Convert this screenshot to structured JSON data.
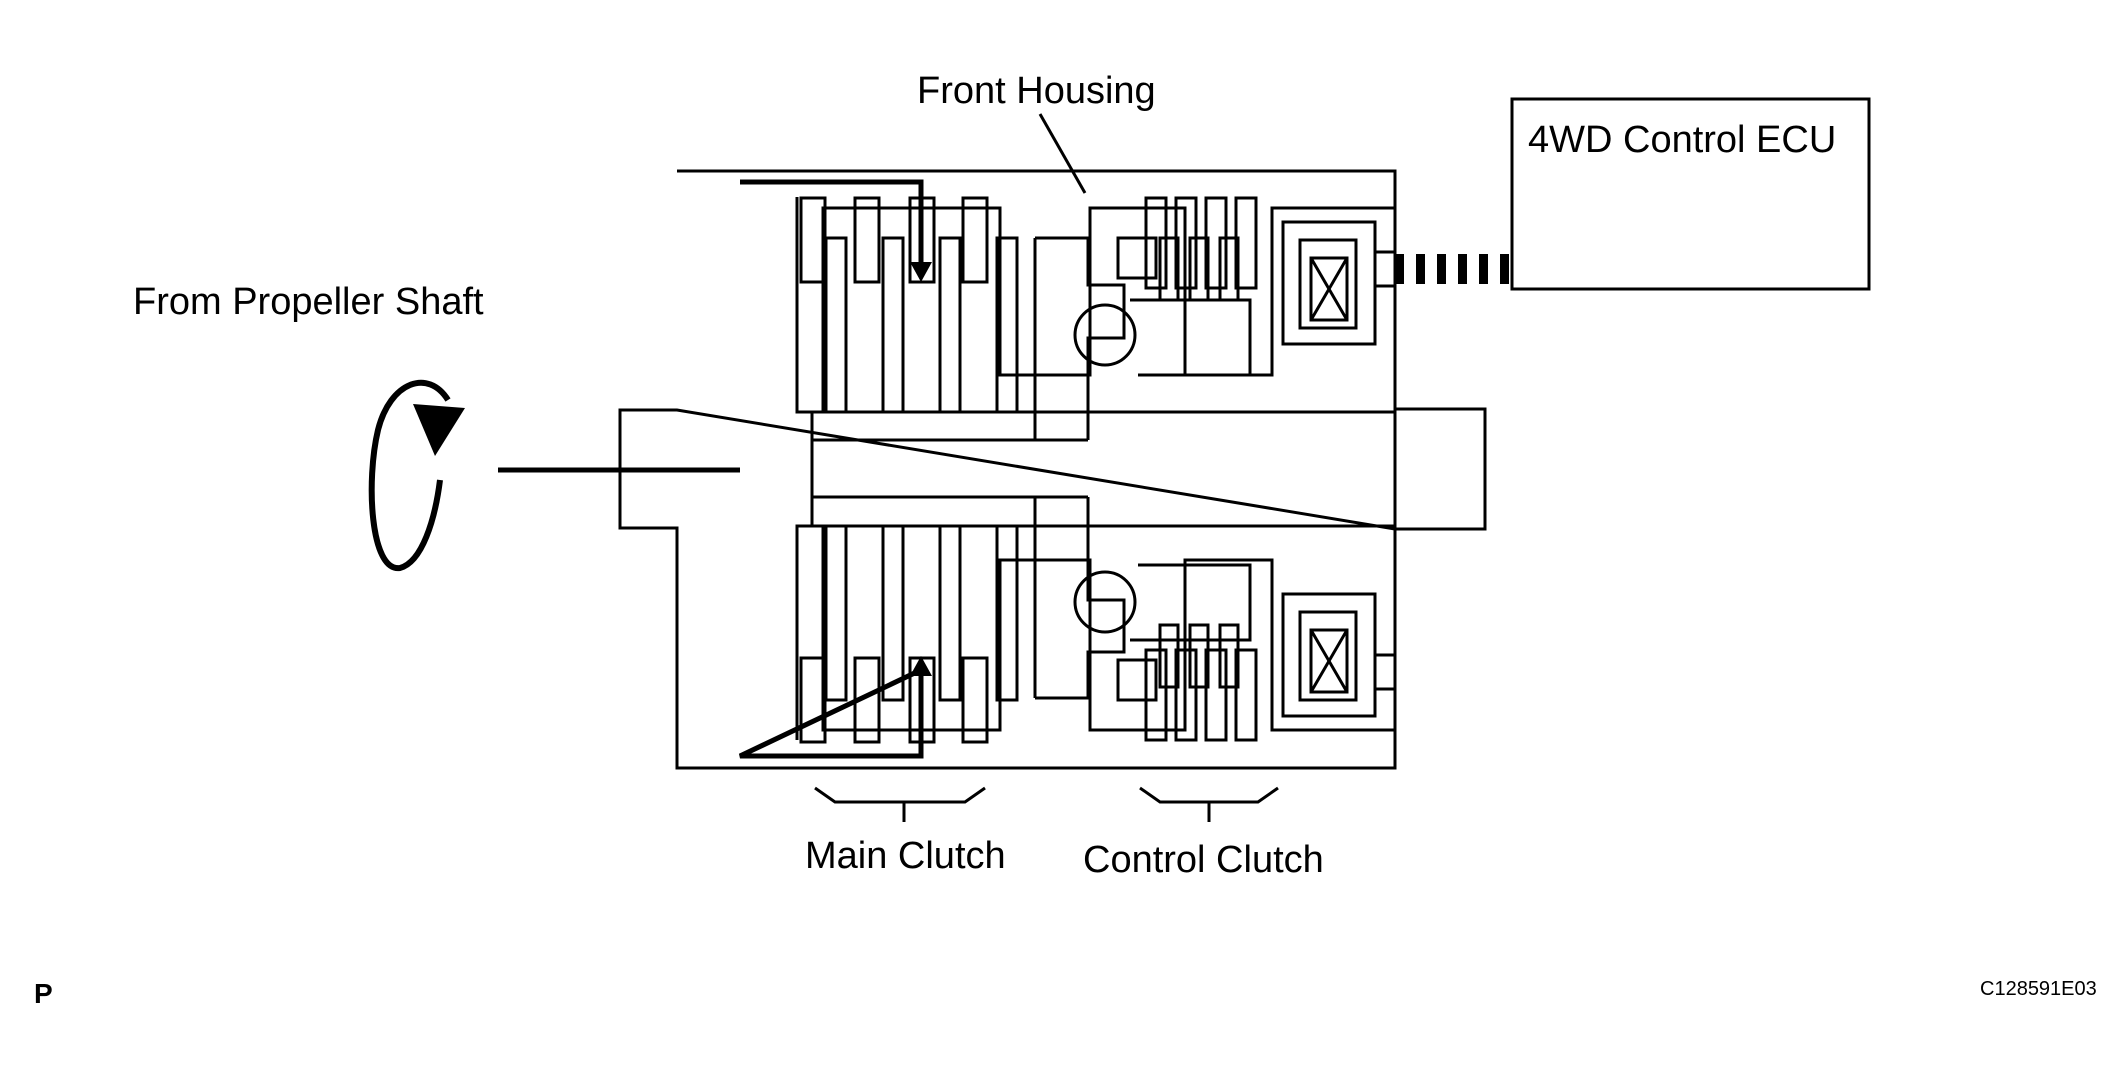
{
  "labels": {
    "front_housing": "Front Housing",
    "ecu": "4WD Control ECU",
    "propeller": "From Propeller Shaft",
    "main_clutch": "Main Clutch",
    "control_clutch": "Control Clutch",
    "view_mark": "P",
    "figure_code": "C128591E03"
  },
  "colors": {
    "stroke": "#000000",
    "background": "#ffffff"
  }
}
